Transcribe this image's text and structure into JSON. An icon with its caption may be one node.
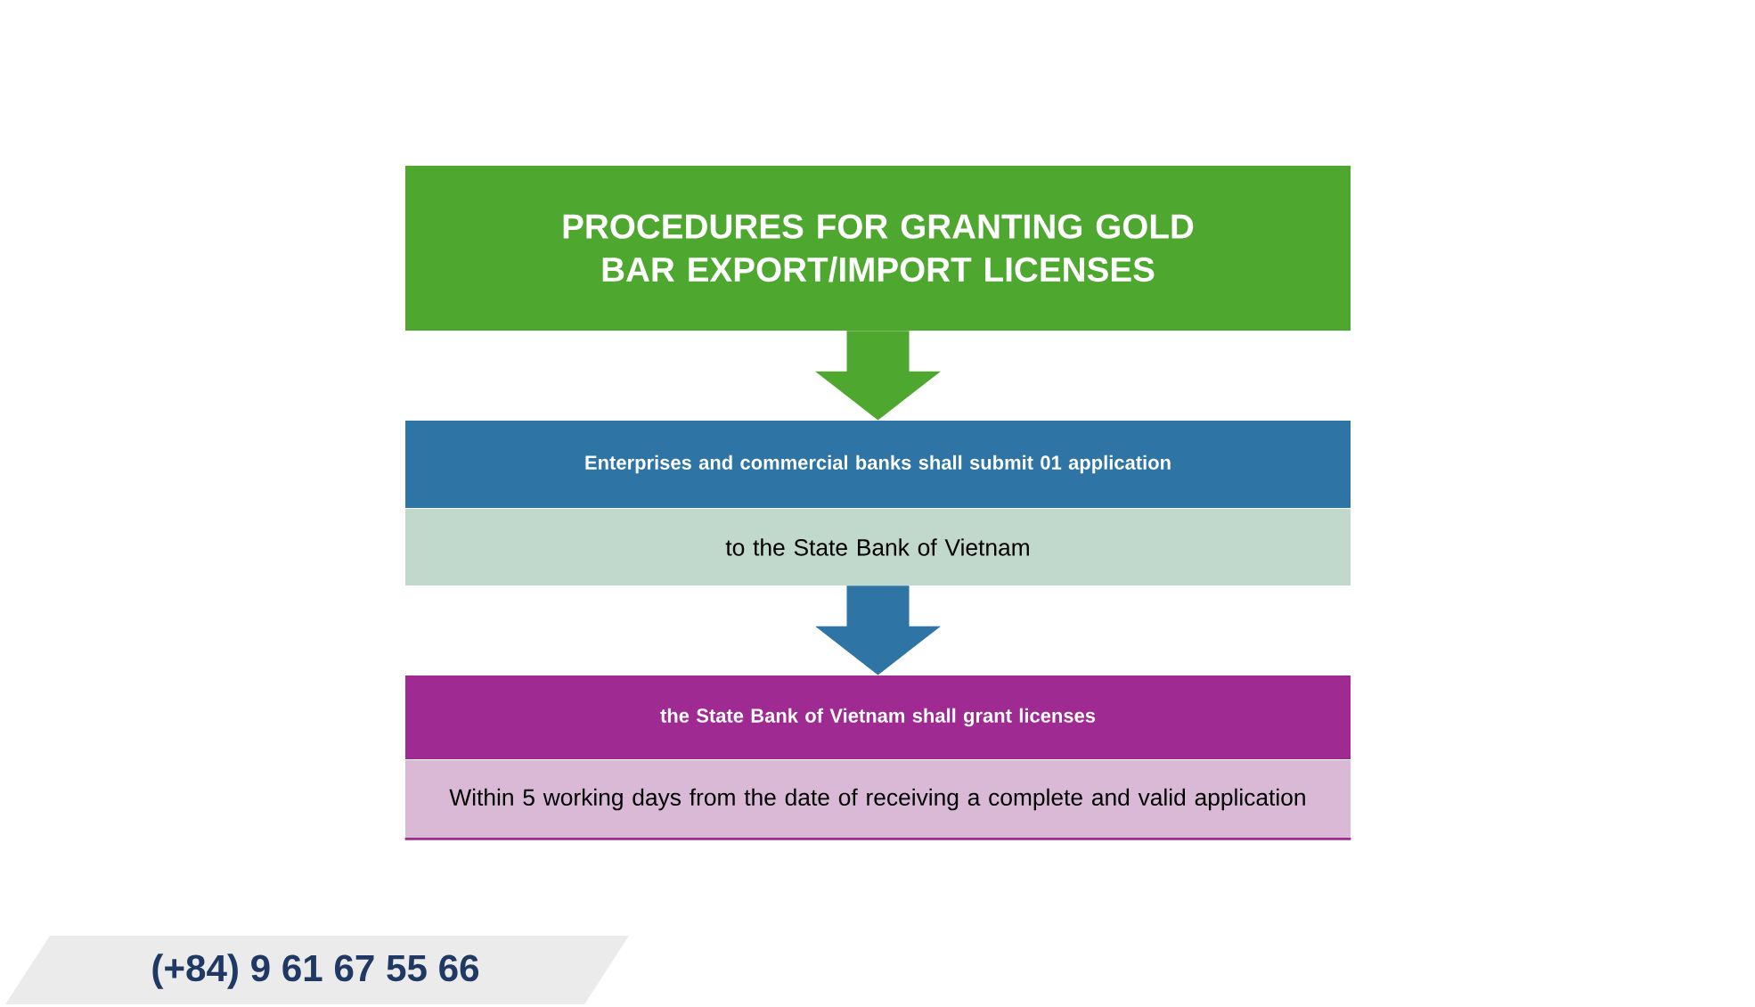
{
  "diagram": {
    "nodes": [
      {
        "text": [
          "PROCEDURES FOR GRANTING GOLD BAR EXPORT/IMPORT LICENSES"
        ]
      },
      {
        "text": [
          "Enterprises and commercial banks shall submit 01 application"
        ]
      },
      {
        "text": [
          "to the State Bank of Vietnam"
        ]
      },
      {
        "text": [
          "the State Bank of Vietnam shall grant licenses"
        ]
      },
      {
        "text": [
          "Within 5 working days from the date of receiving a complete and valid application"
        ]
      }
    ],
    "edges": [
      {
        "from": 0,
        "to": 1,
        "arrow": "to",
        "color": "#4ea72e"
      },
      {
        "from": 2,
        "to": 3,
        "arrow": "to",
        "color": "#2e75a6"
      }
    ],
    "labels": [
      "(+84) 9 61 67 55 66"
    ]
  }
}
